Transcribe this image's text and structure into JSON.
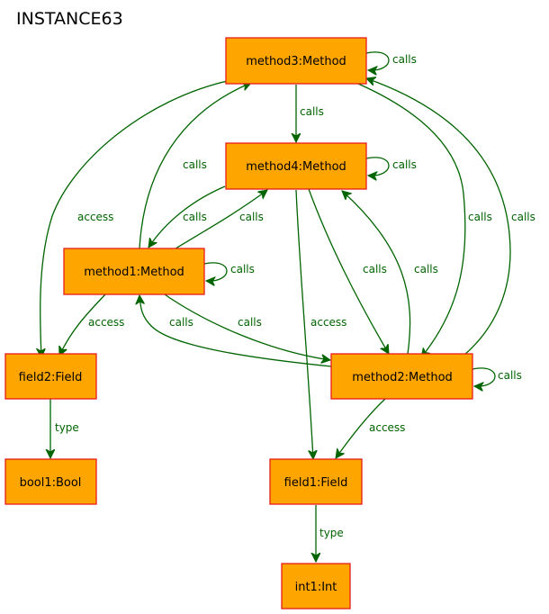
{
  "title": "INSTANCE63",
  "nodes": {
    "method3": "method3:Method",
    "method4": "method4:Method",
    "method1": "method1:Method",
    "method2": "method2:Method",
    "field2": "field2:Field",
    "field1": "field1:Field",
    "bool1": "bool1:Bool",
    "int1": "int1:Int"
  },
  "edges": {
    "m3_self": "calls",
    "m3_m4": "calls",
    "m3_f2": "access",
    "m3_m2": "calls",
    "m4_self": "calls",
    "m4_m1": "calls",
    "m4_f1": "access",
    "m4_m2": "calls",
    "m1_self": "calls",
    "m1_m3": "calls",
    "m1_m4": "calls",
    "m1_f2": "access",
    "m1_m2": "calls",
    "m2_self": "calls",
    "m2_m1": "calls",
    "m2_m3": "calls",
    "m2_m4": "calls",
    "m2_f1": "access",
    "f2_type": "type",
    "f1_type": "type"
  },
  "colors": {
    "node_fill": "#ffa500",
    "node_border": "#e81c1c",
    "edge": "#006400"
  }
}
